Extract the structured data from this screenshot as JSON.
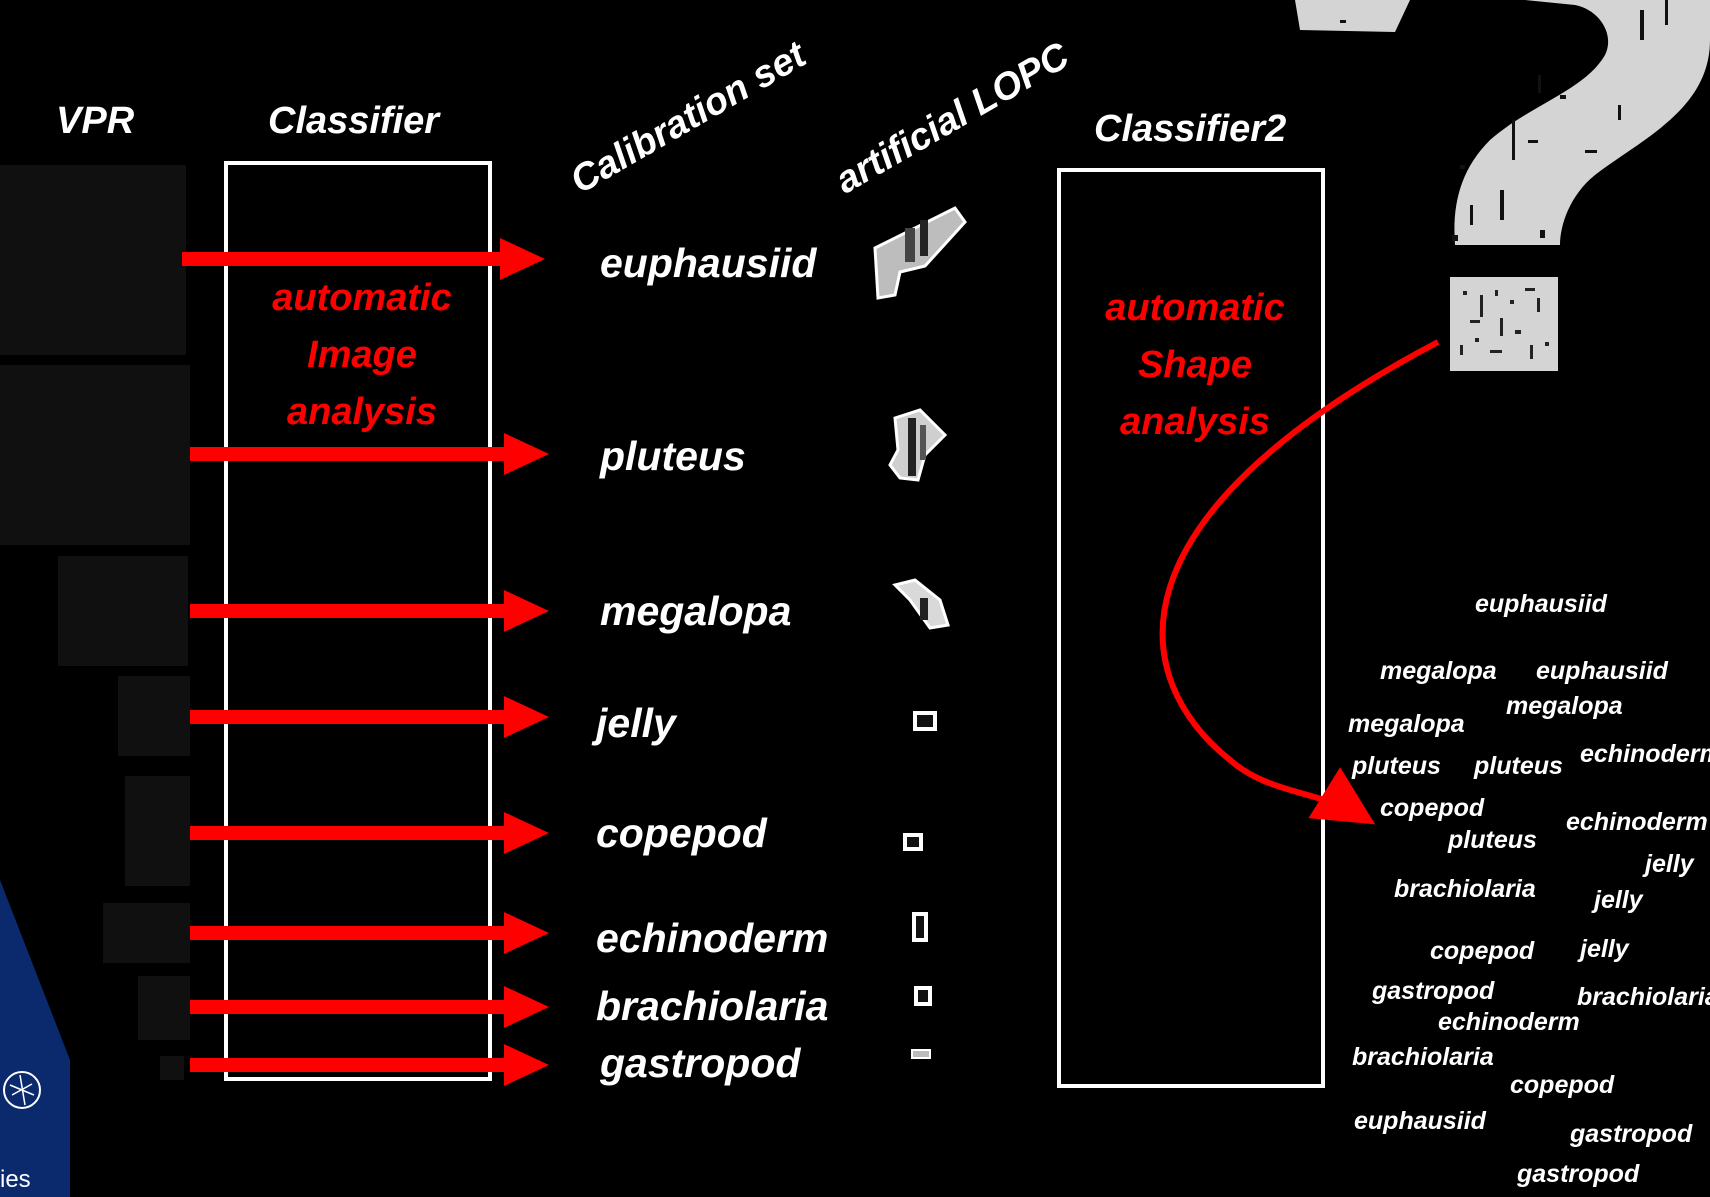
{
  "headers": {
    "vpr": "VPR",
    "classifier": "Classifier",
    "calibration_set": "Calibration set",
    "artificial_lopc": "artificial LOPC",
    "classifier2": "Classifier2"
  },
  "classifier_text": [
    "automatic",
    "Image",
    "analysis"
  ],
  "classifier2_text": [
    "automatic",
    "Shape",
    "analysis"
  ],
  "classes": [
    "euphausiid",
    "pluteus",
    "megalopa",
    "jelly",
    "copepod",
    "echinoderm",
    "brachiolaria",
    "gastropod"
  ],
  "scattered_labels": [
    "euphausiid",
    "megalopa",
    "euphausiid",
    "megalopa",
    "megalopa",
    "pluteus",
    "pluteus",
    "echinoderm",
    "copepod",
    "echinoderm",
    "pluteus",
    "jelly",
    "brachiolaria",
    "jelly",
    "copepod",
    "jelly",
    "gastropod",
    "brachiolaria",
    "echinoderm",
    "brachiolaria",
    "copepod",
    "euphausiid",
    "gastropod",
    "gastropod"
  ],
  "footer_text": "ies",
  "colors": {
    "background": "#000000",
    "arrow": "#ff0000",
    "text": "#ffffff",
    "logo": "#0b2a6e"
  },
  "icons": [
    "question-mark-icon",
    "pixel-grid-icon",
    "logo-icon"
  ]
}
